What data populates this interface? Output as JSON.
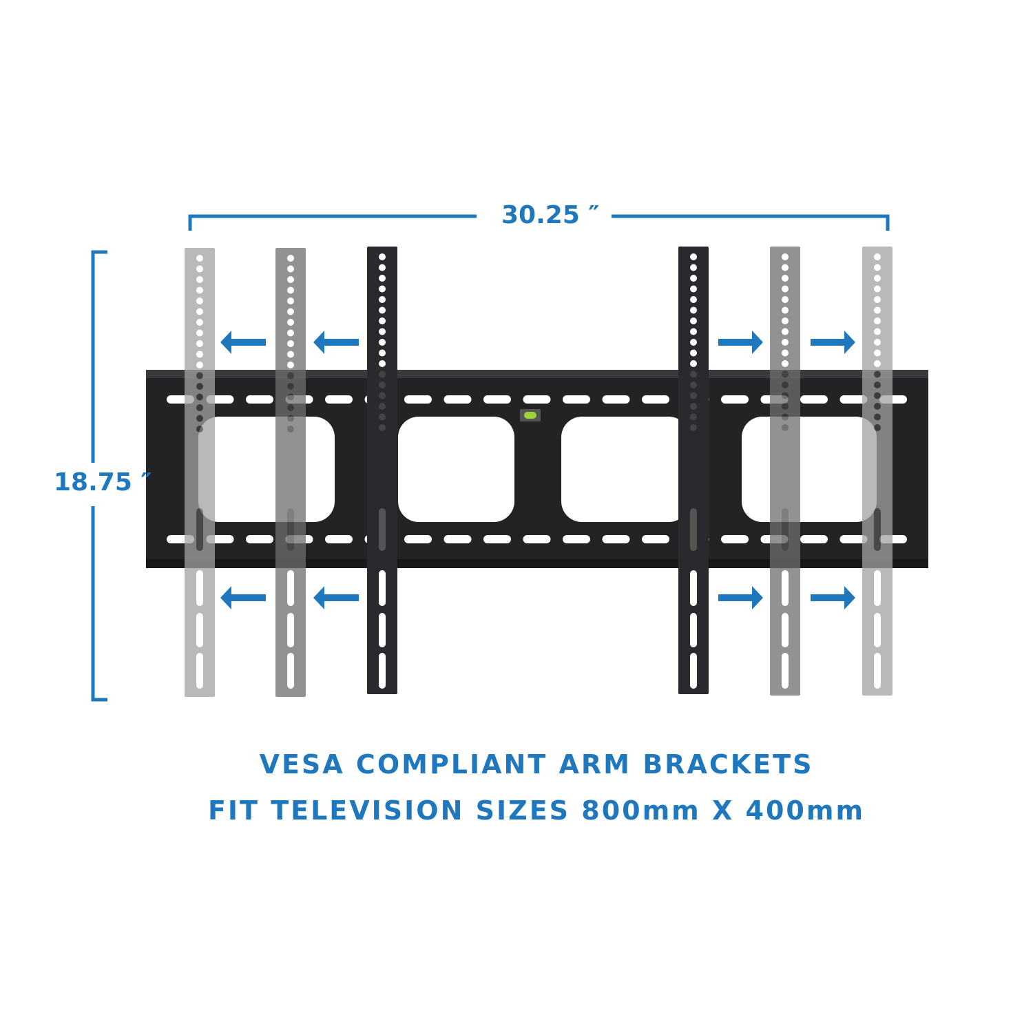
{
  "dimensions": {
    "width_label": "30.25 ″",
    "height_label": "18.75 ″"
  },
  "caption": {
    "line1": "VESA COMPLIANT ARM BRACKETS",
    "line2": "FIT TELEVISION SIZES 800mm X 400mm"
  },
  "colors": {
    "accent": "#1f78bd",
    "plate": "#232326",
    "arm_dark": "#2a2a2e",
    "arm_mid": "#6e6e70",
    "arm_light": "#a2a2a4",
    "level_bubble": "#9fd33a"
  },
  "icons": [
    "arrow-left-icon",
    "arrow-right-icon",
    "bubble-level-icon"
  ]
}
